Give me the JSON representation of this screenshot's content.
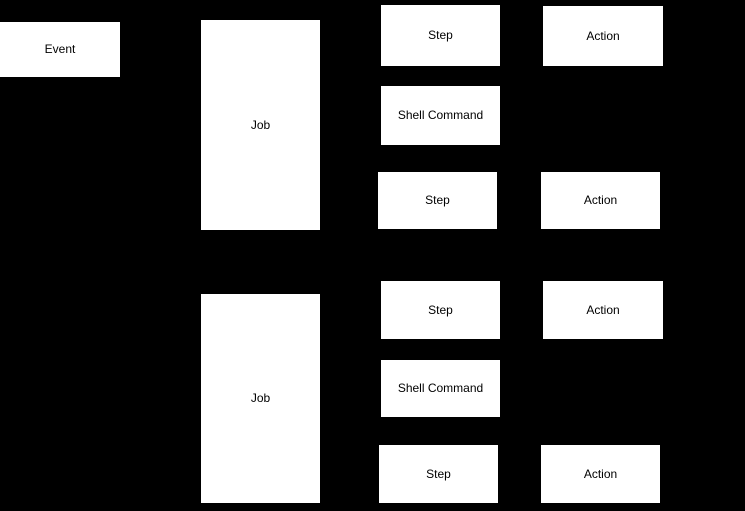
{
  "colors": {
    "background": "#000000",
    "node_fill": "#ffffff",
    "node_text": "#000000",
    "edge": "#000000"
  },
  "nodes": [
    {
      "id": "event",
      "label": "Event"
    },
    {
      "id": "job-1",
      "label": "Job"
    },
    {
      "id": "step-1",
      "label": "Step"
    },
    {
      "id": "shell-command-1",
      "label": "Shell Command"
    },
    {
      "id": "step-2",
      "label": "Step"
    },
    {
      "id": "action-1",
      "label": "Action"
    },
    {
      "id": "action-2",
      "label": "Action"
    },
    {
      "id": "job-2",
      "label": "Job"
    },
    {
      "id": "step-3",
      "label": "Step"
    },
    {
      "id": "action-3",
      "label": "Action"
    },
    {
      "id": "shell-command-2",
      "label": "Shell Command"
    },
    {
      "id": "step-4",
      "label": "Step"
    },
    {
      "id": "action-4",
      "label": "Action"
    }
  ],
  "edges": [
    {
      "from": "event",
      "to": "job-1",
      "direction": "right"
    }
  ]
}
